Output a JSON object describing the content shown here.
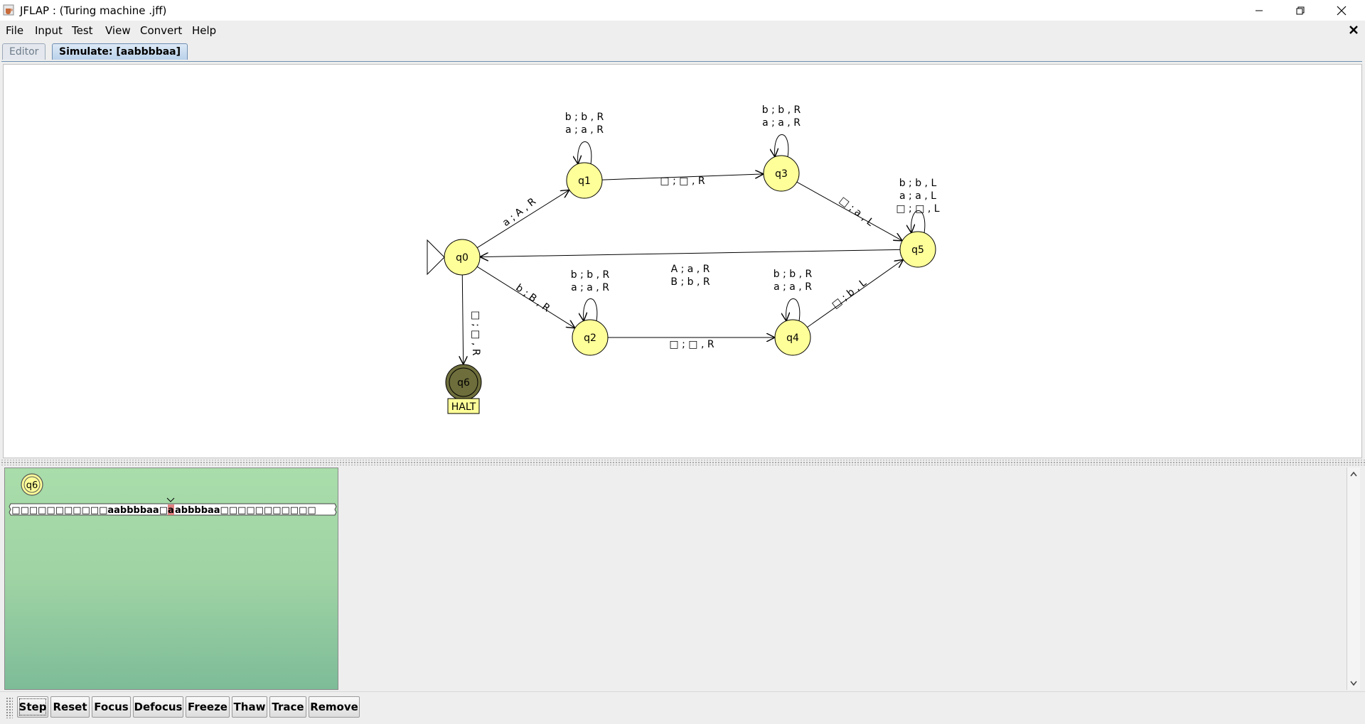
{
  "window": {
    "title": "JFLAP : (Turing machine .jff)",
    "icon": "java-cup-icon"
  },
  "menu": [
    "File",
    "Input",
    "Test",
    "View",
    "Convert",
    "Help"
  ],
  "tabs": [
    {
      "label": "Editor",
      "active": false
    },
    {
      "label": "Simulate: [aabbbbaa]",
      "active": true
    }
  ],
  "machine": {
    "states": [
      {
        "id": "q0",
        "label": "q0",
        "initial": true
      },
      {
        "id": "q1",
        "label": "q1"
      },
      {
        "id": "q2",
        "label": "q2"
      },
      {
        "id": "q3",
        "label": "q3"
      },
      {
        "id": "q4",
        "label": "q4"
      },
      {
        "id": "q5",
        "label": "q5"
      },
      {
        "id": "q6",
        "label": "q6",
        "final": true,
        "highlighted": true,
        "tag": "HALT"
      }
    ],
    "transitions": [
      {
        "from": "q0",
        "to": "q1",
        "labels": [
          "a ; A , R"
        ]
      },
      {
        "from": "q0",
        "to": "q2",
        "labels": [
          "b ; B , R"
        ]
      },
      {
        "from": "q0",
        "to": "q6",
        "labels": [
          "□ ; □ , R"
        ]
      },
      {
        "from": "q1",
        "to": "q1",
        "labels": [
          "b ; b , R",
          "a ; a , R"
        ]
      },
      {
        "from": "q1",
        "to": "q3",
        "labels": [
          "□ ; □ , R"
        ]
      },
      {
        "from": "q3",
        "to": "q3",
        "labels": [
          "b ; b , R",
          "a ; a , R"
        ]
      },
      {
        "from": "q3",
        "to": "q5",
        "labels": [
          "□ ; a , L"
        ]
      },
      {
        "from": "q2",
        "to": "q2",
        "labels": [
          "b ; b , R",
          "a ; a , R"
        ]
      },
      {
        "from": "q2",
        "to": "q4",
        "labels": [
          "□ ; □ , R"
        ]
      },
      {
        "from": "q4",
        "to": "q4",
        "labels": [
          "b ; b , R",
          "a ; a , R"
        ]
      },
      {
        "from": "q4",
        "to": "q5",
        "labels": [
          "□ ; b , L"
        ]
      },
      {
        "from": "q5",
        "to": "q5",
        "labels": [
          "b ; b , L",
          "a ; a , L",
          "□ ; □ , L"
        ]
      },
      {
        "from": "q5",
        "to": "q0",
        "labels": [
          "A ; a , R",
          "B ; b , R"
        ]
      }
    ]
  },
  "configuration": {
    "state": "q6",
    "tape_left": "□□□□□□□□□□□aabbbbaa□",
    "tape_head": "a",
    "tape_right": "abbbbaa□□□□□□□□□□□",
    "head_color": "#e08080"
  },
  "toolbar": [
    "Step",
    "Reset",
    "Focus",
    "Defocus",
    "Freeze",
    "Thaw",
    "Trace",
    "Remove"
  ],
  "colors": {
    "state_fill": "#ffff99",
    "halt_state_fill": "#6e6e3c",
    "panel_green": "#9fd3a4",
    "tab_active": "#b9d1ea"
  }
}
